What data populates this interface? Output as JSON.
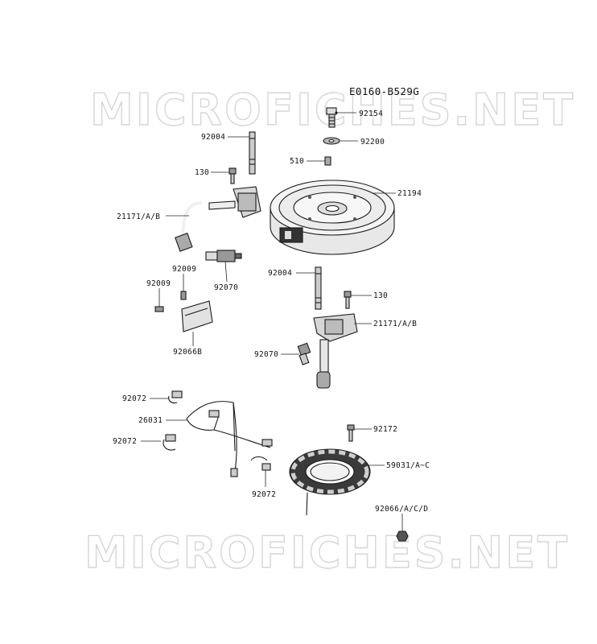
{
  "diagram": {
    "reference_code": "E0160-B529G",
    "watermark_top": "MICROFICHES.NET",
    "watermark_bottom": "MICROFICHES.NET"
  },
  "labels": {
    "l_92154": "92154",
    "l_92200": "92200",
    "l_510": "510",
    "l_21194": "21194",
    "l_92004_top": "92004",
    "l_130_left": "130",
    "l_21171_left": "21171/A/B",
    "l_92009_a": "92009",
    "l_92009_b": "92009",
    "l_92070_left": "92070",
    "l_92066b": "92066B",
    "l_92004_mid": "92004",
    "l_130_right": "130",
    "l_21171_right": "21171/A/B",
    "l_92070_right": "92070",
    "l_92072_a": "92072",
    "l_26031": "26031",
    "l_92072_b": "92072",
    "l_92072_c": "92072",
    "l_92172": "92172",
    "l_59031": "59031/A~C",
    "l_92066acd": "92066/A/C/D"
  }
}
